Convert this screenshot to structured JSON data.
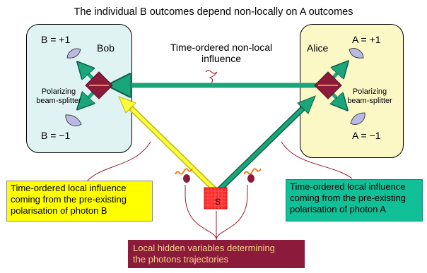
{
  "title": "The individual B outcomes depend non-locally on A outcomes",
  "bob": {
    "name": "Bob",
    "outcome_plus": "B = +1",
    "outcome_minus": "B = −1",
    "splitter": "Polarizing\nbeam-splitter"
  },
  "alice": {
    "name": "Alice",
    "outcome_plus": "A = +1",
    "outcome_minus": "A = −1",
    "splitter": "Polarizing\nbeam-splitter"
  },
  "nonlocal_influence": "Time-ordered non-local\ninfluence",
  "source_label": "S",
  "local_influence_b": "Time-ordered local influence\ncoming from the pre-existing\npolarisation of photon B",
  "local_influence_a": "Time-ordered local influence\ncoming from the pre-existing\npolarisation of photon A",
  "hidden_variables": "Local hidden variables determining\nthe photons trajectories",
  "colors": {
    "bob_panel": "#dff3f3",
    "alice_panel": "#fcf8c6",
    "beam_green": "#1aa67a",
    "beam_yellow": "#ffff33",
    "splitter": "#8c1a3a",
    "source": "#ff2a2a",
    "connector": "#9a1a2a",
    "detector": "#b9b9e6"
  }
}
